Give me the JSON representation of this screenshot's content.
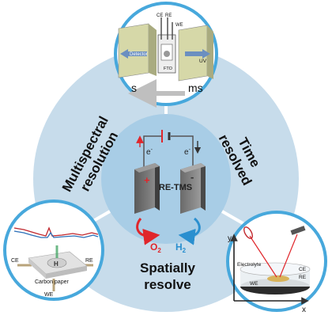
{
  "labels": {
    "multispectral_line1": "Multispectral",
    "multispectral_line2": "resolution",
    "time_line1": "Time",
    "time_line2": "resolved",
    "spatial_line1": "Spatially",
    "spatial_line2": "resolve",
    "center_device": "RE-TMS",
    "electron_left": "e",
    "electron_right": "e",
    "oxygen": "O",
    "oxygen_sub": "2",
    "hydrogen": "H",
    "hydrogen_sub": "2",
    "plus_sign": "+",
    "minus_sign": "-"
  },
  "top_inset": {
    "ce": "CE",
    "re": "RE",
    "we": "WE",
    "detector": "Detector",
    "fto": "FTO",
    "uv": "UV",
    "s": "s",
    "ms": "ms"
  },
  "left_inset": {
    "ce": "CE",
    "re": "RE",
    "we": "WE",
    "carbon_paper": "Carbon paper"
  },
  "right_inset": {
    "y": "y",
    "x": "x",
    "electrolyte": "Electrolyte",
    "ce": "CE",
    "re": "RE",
    "we": "WE"
  },
  "colors": {
    "outer_circle": "#c7dceb",
    "inner_circle": "#a8cde6",
    "inset_border": "#47a8dc",
    "o2_red": "#e0262b",
    "h2_blue": "#2a8fcf",
    "arrow_gray": "#bfbfbf"
  }
}
